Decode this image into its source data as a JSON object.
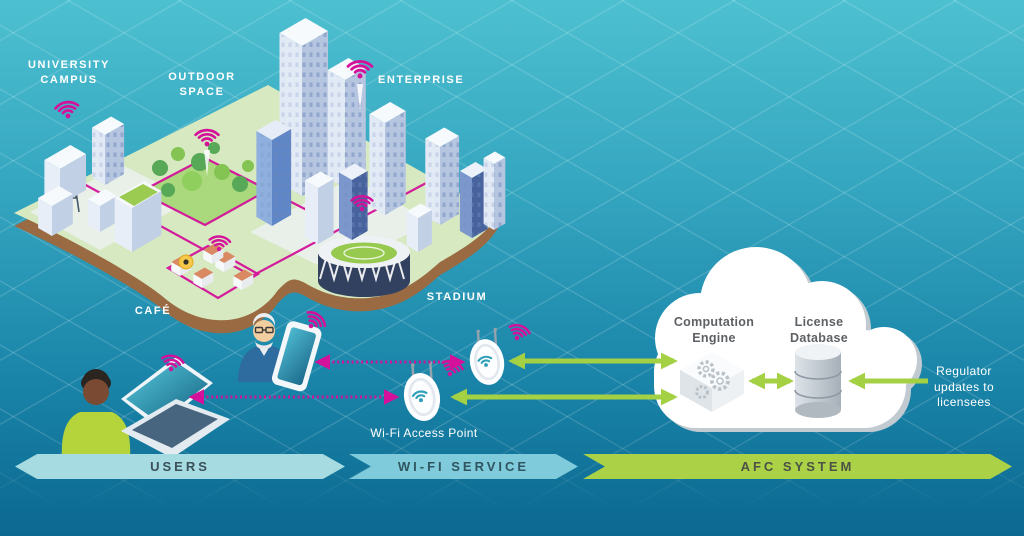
{
  "scene": {
    "city_labels": {
      "university_campus": "UNIVERSITY CAMPUS",
      "outdoor_space": "OUTDOOR SPACE",
      "enterprise": "ENTERPRISE",
      "cafe": "CAFÉ",
      "stadium": "STADIUM"
    },
    "network": {
      "wifi_access_point": "Wi-Fi Access Point"
    },
    "afc_cloud": {
      "computation_engine": "Computation Engine",
      "license_database": "License Database"
    },
    "annotations": {
      "regulator_note": "Regulator updates to licensees"
    },
    "bands": {
      "users": "USERS",
      "wifi_service": "WI-FI SERVICE",
      "afc_system": "AFC SYSTEM"
    },
    "colors": {
      "background_top": "#4dc0d0",
      "background_bottom": "#0c6890",
      "wifi_magenta": "#d4119a",
      "arrow_green": "#a4d044",
      "band_users": "#a6dbe1",
      "band_wifi_service": "#7fcbdb",
      "band_afc": "#abd147",
      "cloud_white": "#ffffff",
      "platform_edge_brown": "#9a6a42"
    },
    "icons": {
      "wifi-icon": "magenta radio arcs over a dot",
      "access-point-icon": "white oval device with antennas and teal wifi arcs",
      "laptop-icon": "isometric laptop with teal screen",
      "tablet-icon": "tilted tablet with teal screen",
      "user-icon": "person bust illustration",
      "cloud-icon": "white cloud container",
      "gear-icon": "isometric computation engine block with gears",
      "database-icon": "stacked silver cylinders",
      "city-icon": "isometric smart-city block with buildings, park, stadium"
    }
  }
}
